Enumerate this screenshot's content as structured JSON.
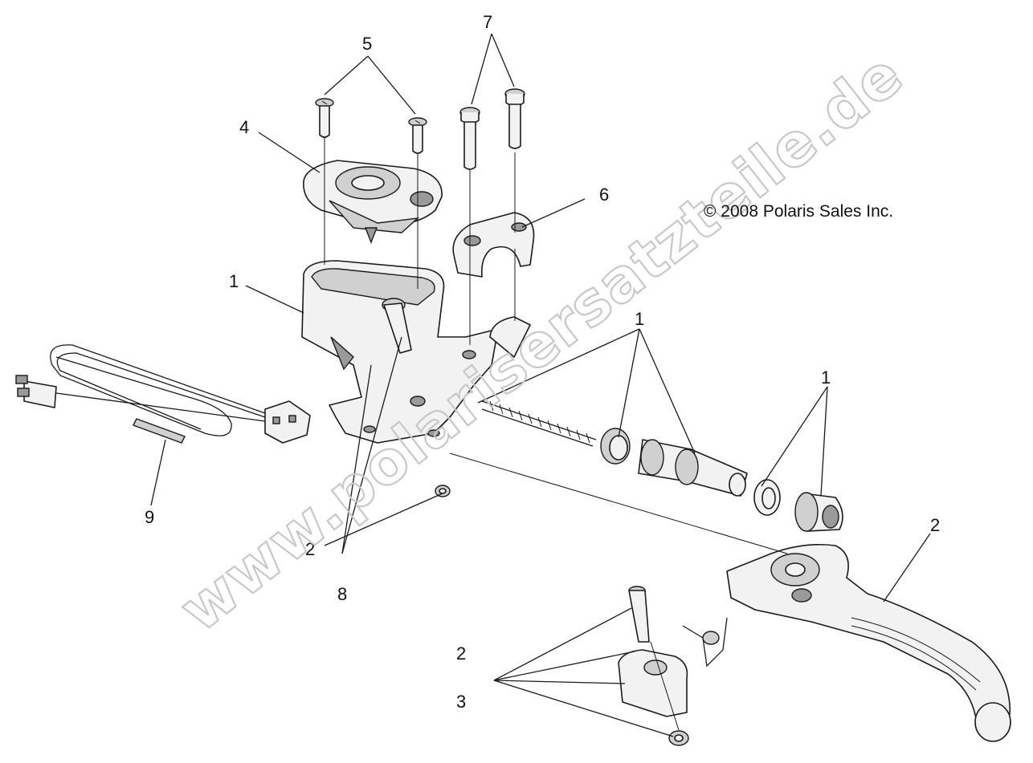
{
  "copyright": "© 2008 Polaris Sales Inc.",
  "watermark": "www.polarisersatzteile.de",
  "callouts": [
    {
      "id": "callout-5",
      "label": "5"
    },
    {
      "id": "callout-7",
      "label": "7"
    },
    {
      "id": "callout-4",
      "label": "4"
    },
    {
      "id": "callout-6",
      "label": "6"
    },
    {
      "id": "callout-1-reservoir",
      "label": "1"
    },
    {
      "id": "callout-1-piston",
      "label": "1"
    },
    {
      "id": "callout-1-washer",
      "label": "1"
    },
    {
      "id": "callout-9",
      "label": "9"
    },
    {
      "id": "callout-2-bracket",
      "label": "2"
    },
    {
      "id": "callout-8",
      "label": "8"
    },
    {
      "id": "callout-2-lever",
      "label": "2"
    },
    {
      "id": "callout-2-pin",
      "label": "2"
    },
    {
      "id": "callout-3",
      "label": "3"
    }
  ]
}
